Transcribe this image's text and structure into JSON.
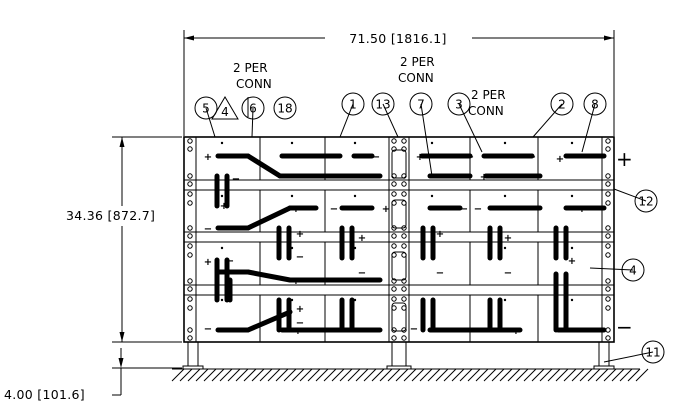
{
  "dimensions": {
    "width": "71.50 [1816.1]",
    "height": "34.36 [872.7]",
    "base_height": "4.00 [101.6]"
  },
  "notes": {
    "note_a": [
      "2 PER",
      "CONN"
    ],
    "note_b": [
      "2 PER",
      "CONN"
    ],
    "note_c": [
      "2 PER",
      "CONN"
    ]
  },
  "balloons": [
    "5",
    "6",
    "18",
    "1",
    "13",
    "7",
    "3",
    "2",
    "8",
    "12",
    "4",
    "11"
  ],
  "flag_note": "4",
  "terminals": {
    "positive": "+",
    "negative": "−"
  },
  "cell_marks": {
    "plus": "+",
    "minus": "−"
  }
}
